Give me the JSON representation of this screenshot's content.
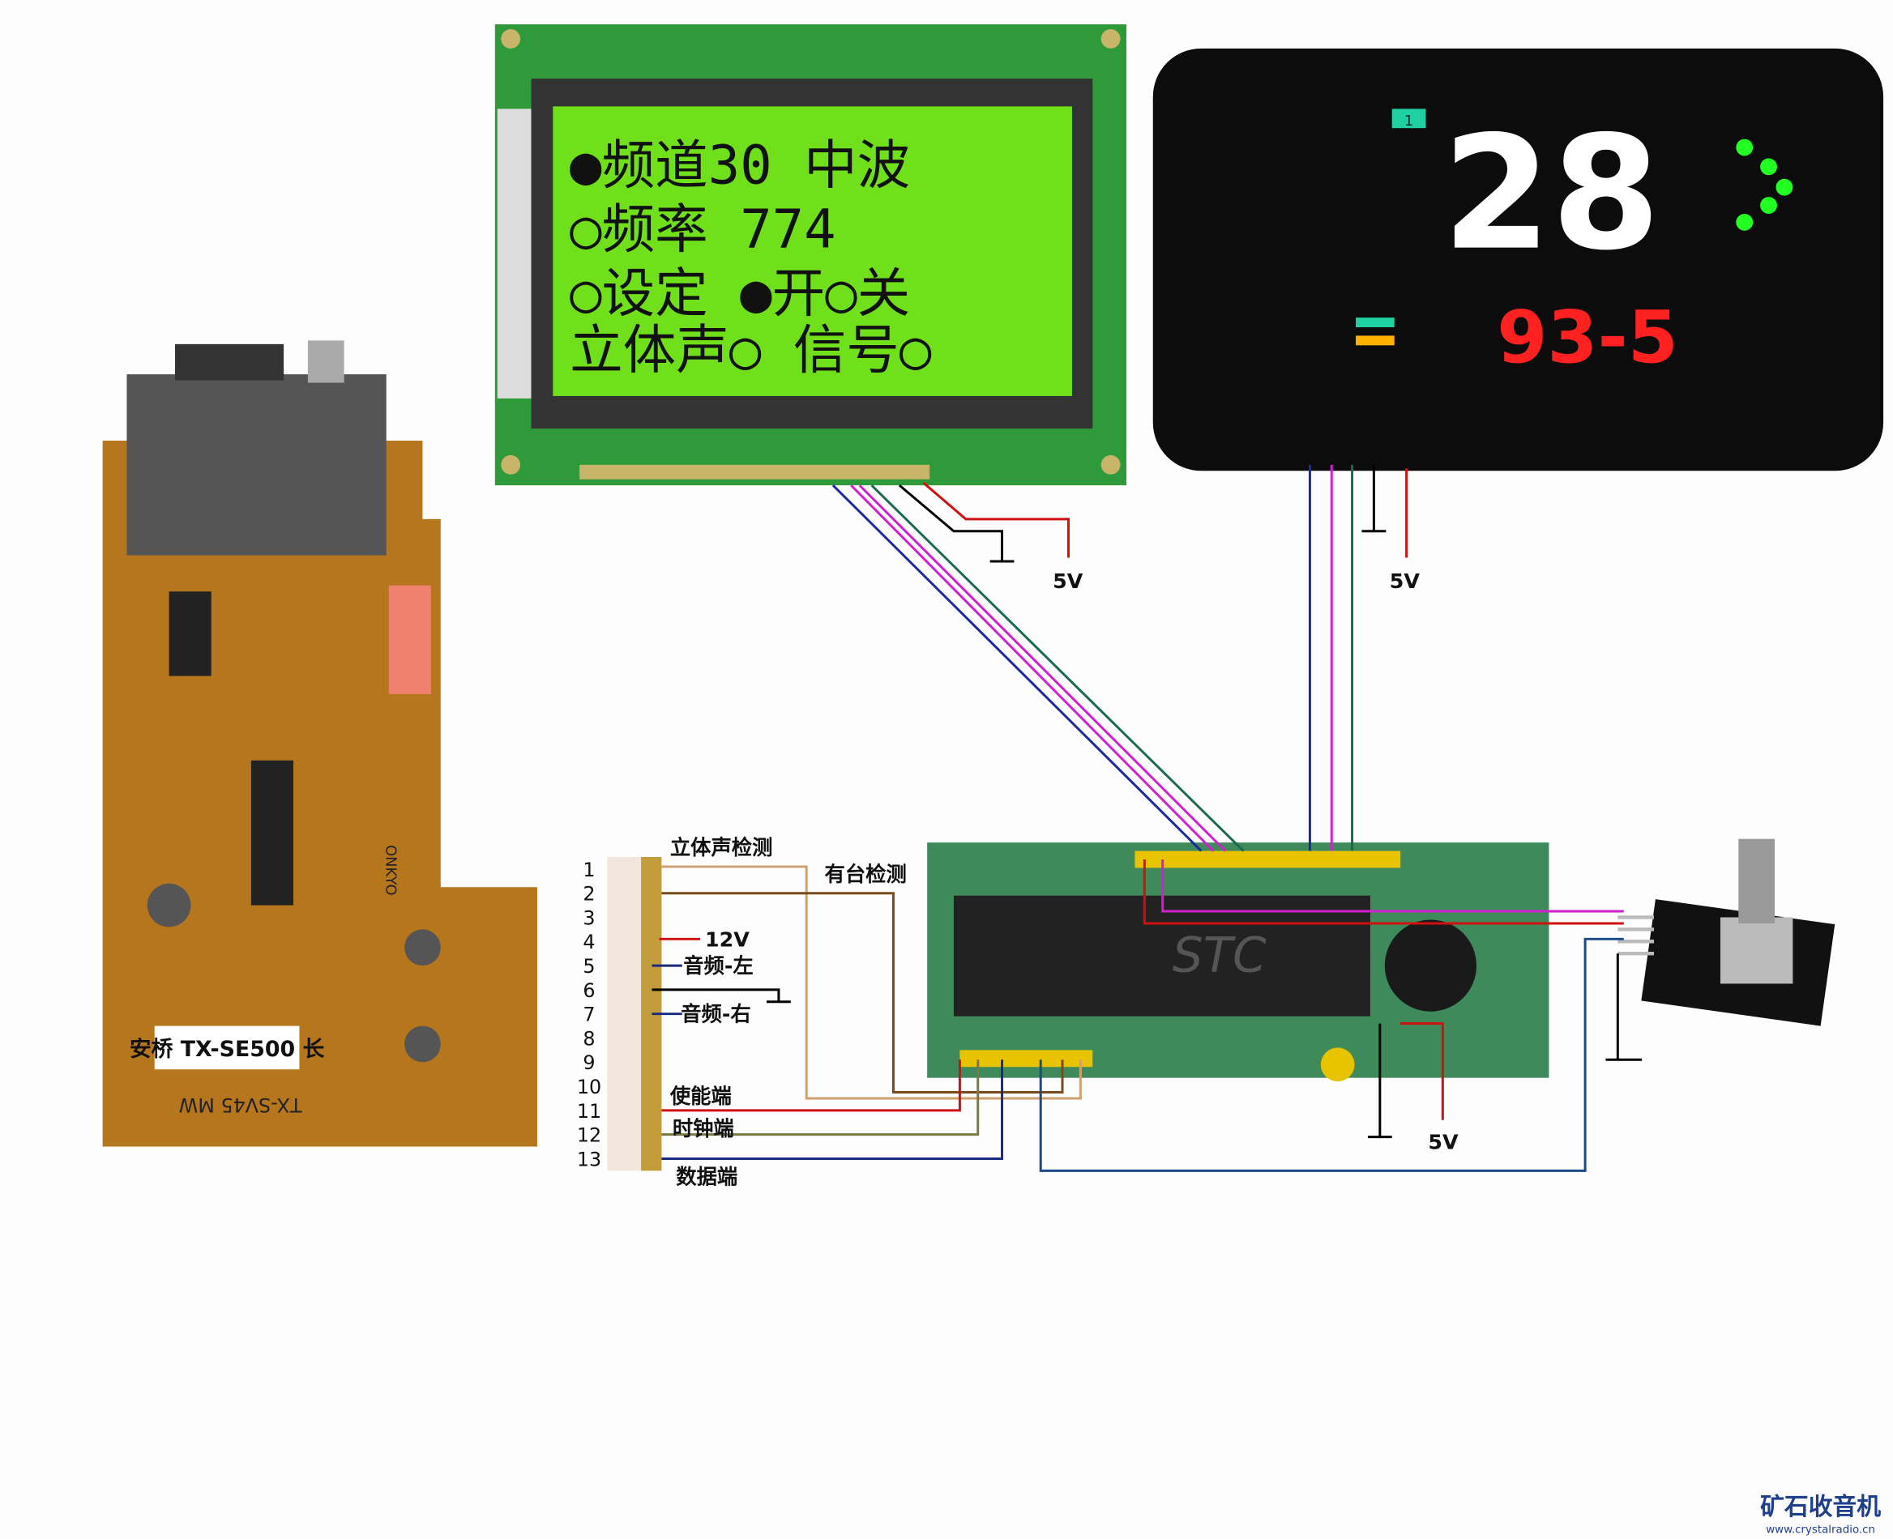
{
  "lcd": {
    "rows": [
      "●频道30  中波",
      "○频率  774",
      "○设定 ●开○关",
      "立体声○ 信号○"
    ]
  },
  "led_display": {
    "main_value": "28",
    "sub_value": "93-5",
    "indicator": "1"
  },
  "radio_board": {
    "label": "安桥 TX-SE500 长",
    "silk": "ONKYO",
    "handwriting": "TX-SV45 MW"
  },
  "connector": {
    "pins": [
      "1",
      "2",
      "3",
      "4",
      "5",
      "6",
      "7",
      "8",
      "9",
      "10",
      "11",
      "12",
      "13"
    ],
    "labels": {
      "stereo_detect": "立体声检测",
      "station_detect": "有台检测",
      "power": "12V",
      "audio_left": "音频-左",
      "audio_right": "音频-右",
      "enable": "使能端",
      "clock": "时钟端",
      "data": "数据端"
    }
  },
  "power_labels": {
    "lcd": "5V",
    "led": "5V",
    "mcu": "5V"
  },
  "mcu_board": {
    "chip": "STC"
  },
  "watermark": {
    "name": "矿石收音机",
    "url": "www.crystalradio.cn"
  },
  "colors": {
    "lcd_green": "#6fe01a",
    "led_red": "#ff2020",
    "pcb_green": "#3f8a5a",
    "radio_pcb": "#b5761d"
  }
}
